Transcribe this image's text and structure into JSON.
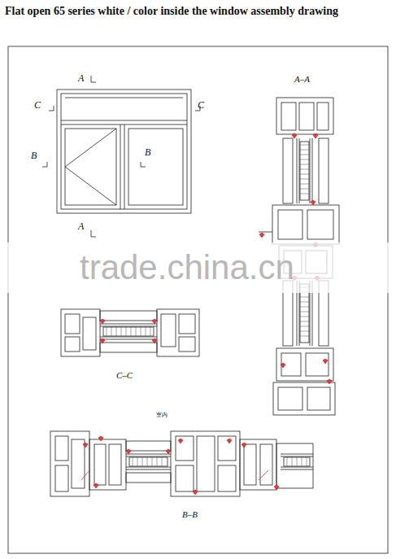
{
  "diagram": {
    "title": "Flat open 65 series white / color inside the window assembly drawing",
    "labels": [
      "A",
      "A",
      "C",
      "C",
      "B",
      "B",
      "A–A",
      "C–C",
      "B–B",
      "室内",
      "trade.china.cn"
    ]
  }
}
